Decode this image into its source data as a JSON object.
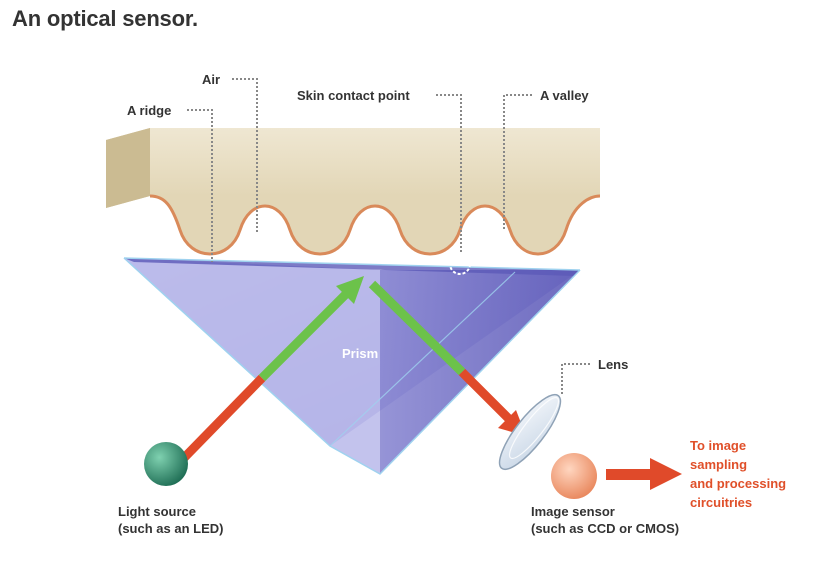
{
  "title": "An optical sensor.",
  "labels": {
    "air": "Air",
    "ridge": "A ridge",
    "skin_contact": "Skin contact point",
    "valley": "A valley",
    "prism": "Prism",
    "lens": "Lens",
    "light_source": [
      "Light source",
      "(such as an LED)"
    ],
    "image_sensor": [
      "Image sensor",
      "(such as CCD or CMOS)"
    ],
    "output": [
      "To image",
      "sampling",
      "and processing",
      "circuitries"
    ]
  },
  "colors": {
    "skin": "#e9dfc4",
    "skin_outline": "#d98a5a",
    "prism": "#a9a8e0",
    "prism_dark": "#6f6cc4",
    "beam_red": "#e04a2a",
    "beam_green": "#6cc24a",
    "led": "#2e8b6e",
    "sensor": "#f0a07a",
    "accent_text": "#e0502a"
  }
}
